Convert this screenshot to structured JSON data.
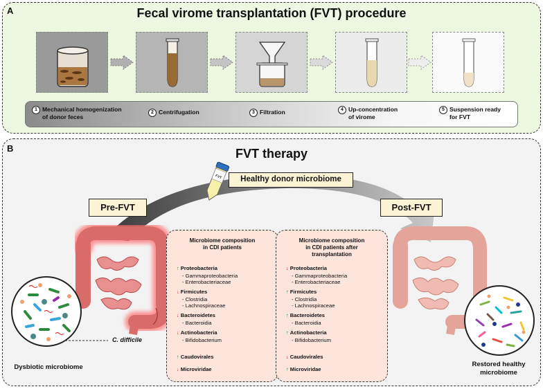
{
  "panel_a": {
    "label": "A",
    "title": "Fecal virome transplantation (FVT) procedure",
    "steps": [
      {
        "num": "1",
        "text": "Mechanical homogenization\nof donor feces"
      },
      {
        "num": "2",
        "text": "Centrifugation"
      },
      {
        "num": "3",
        "text": "Filtration"
      },
      {
        "num": "4",
        "text": "Up-concentration\nof virome"
      },
      {
        "num": "5",
        "text": "Suspension ready\nfor FVT"
      }
    ]
  },
  "panel_b": {
    "label": "B",
    "title": "FVT therapy",
    "donor_label": "Healthy donor microbiome",
    "tube_label": "FVT",
    "pre_label": "Pre-FVT",
    "post_label": "Post-FVT",
    "cdiff_label": "C. difficile",
    "dysbiotic_caption": "Dysbiotic microbiome",
    "restored_caption": "Restored healthy\nmicrobiome",
    "before": {
      "header": "Microbiome composition\nin CDI patients",
      "items": [
        {
          "dir": "up",
          "name": "Proteobacteria",
          "subs": [
            "- Gammaproteobacteria",
            "- Enterobacteriaceae"
          ]
        },
        {
          "dir": "down",
          "name": "Firmicutes",
          "subs": [
            "- Clostridia",
            "- Lachnospiraceae"
          ]
        },
        {
          "dir": "down",
          "name": "Bacteroidetes",
          "subs": [
            "- Bacteroidia"
          ]
        },
        {
          "dir": "down",
          "name": "Actinobacteria",
          "subs": [
            "- Bifidobacterium"
          ]
        },
        {
          "dir": "up",
          "name": "Caudovirales",
          "subs": []
        },
        {
          "dir": "down",
          "name": "Microviridae",
          "subs": []
        }
      ]
    },
    "after": {
      "header": "Microbiome composition\nin CDI patients after\ntransplantation",
      "items": [
        {
          "dir": "down",
          "name": "Proteobacteria",
          "subs": [
            "- Gammaproteobacteria",
            "- Enterobacteriaceae"
          ]
        },
        {
          "dir": "up",
          "name": "Firmicutes",
          "subs": [
            "- Clostridia",
            "- Lachnospiraceae"
          ]
        },
        {
          "dir": "up",
          "name": "Bacteroidetes",
          "subs": [
            "- Bacteroidia"
          ]
        },
        {
          "dir": "up",
          "name": "Actinobacteria",
          "subs": [
            "- Bifidobacterium"
          ]
        },
        {
          "dir": "down",
          "name": "Caudovirales",
          "subs": []
        },
        {
          "dir": "up",
          "name": "Microviridae",
          "subs": []
        }
      ]
    }
  }
}
